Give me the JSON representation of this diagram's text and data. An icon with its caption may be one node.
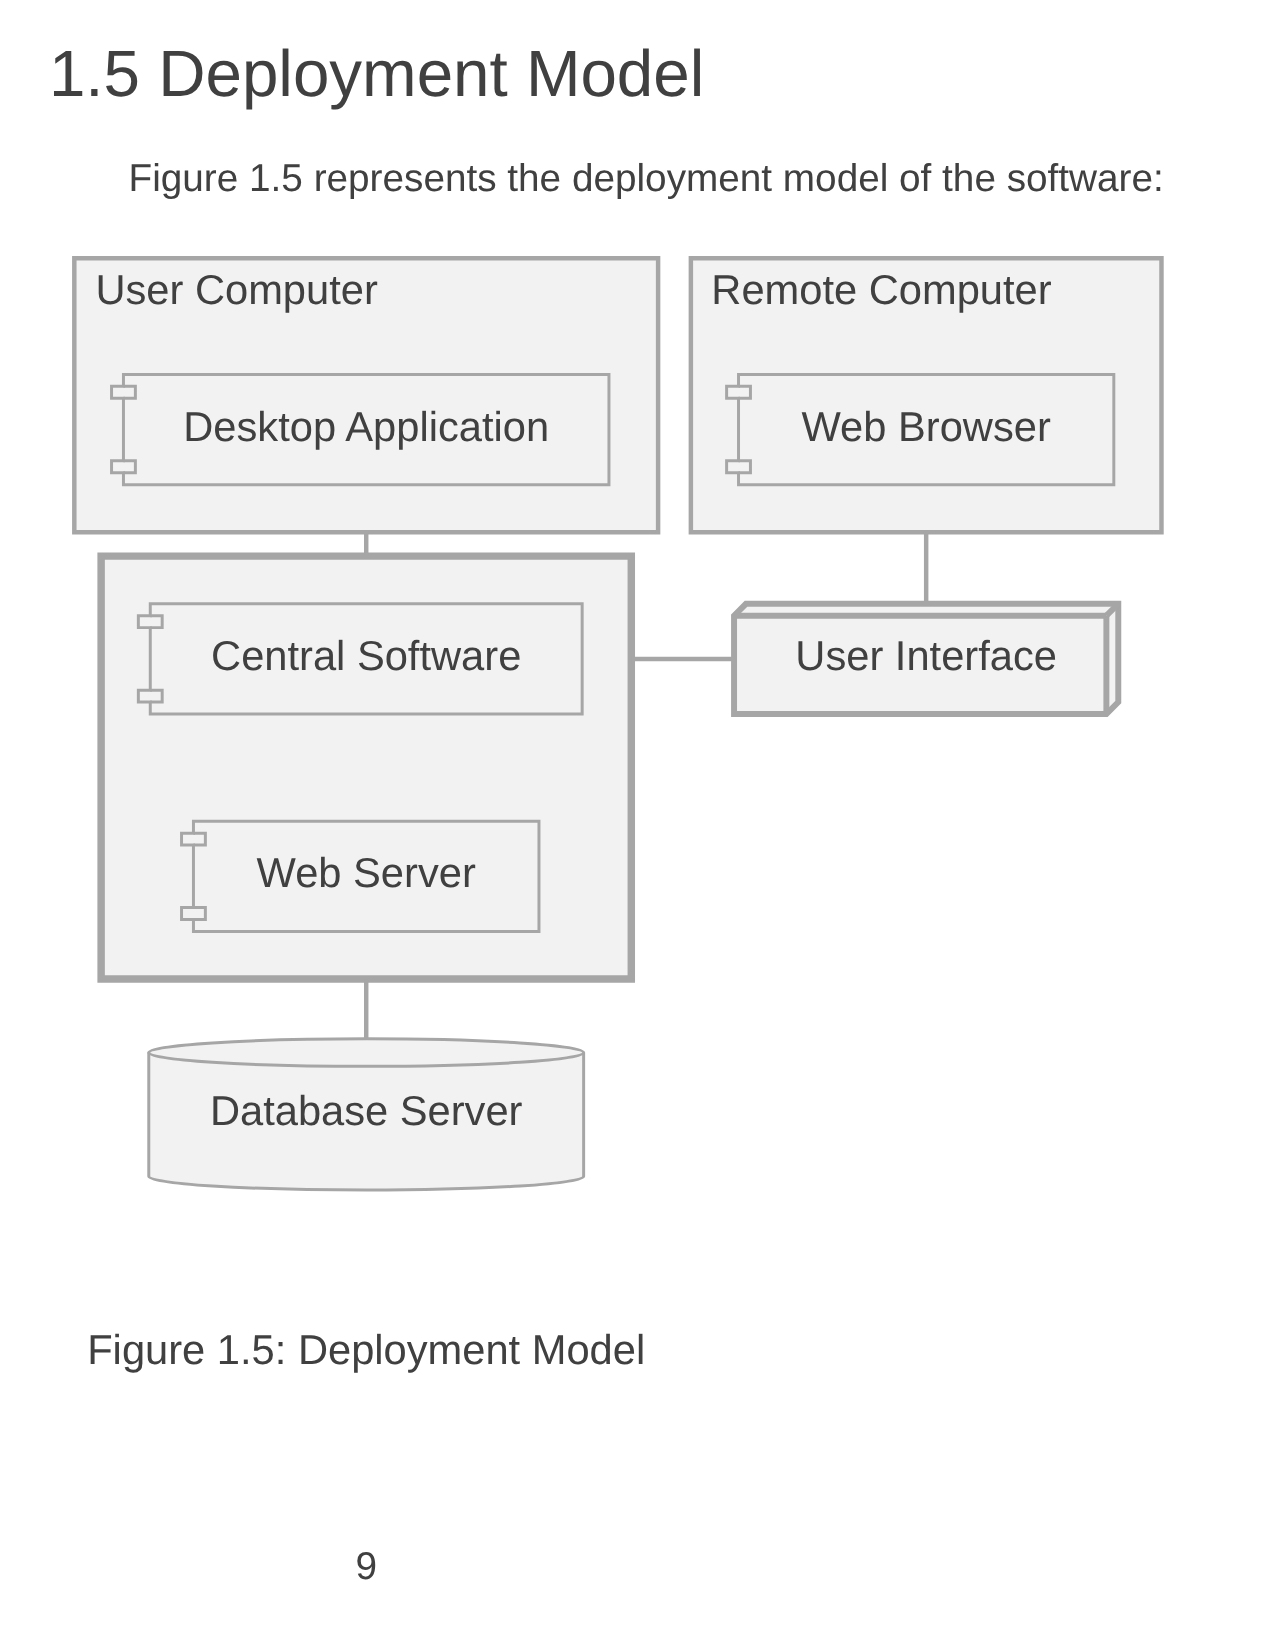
{
  "diagram": {
    "title": "1.5 Deployment Model",
    "caption": "Figure 1.5: Deployment Model",
    "nodes": [
      {
        "text": [
          "User Computer"
        ]
      },
      {
        "text": [
          "Desktop Application"
        ],
        "in": 0
      },
      {
        "text": [
          "Remote Computer"
        ]
      },
      {
        "text": [
          "Web Browser"
        ],
        "in": 2
      },
      {
        "text": [],
        "shape": "box"
      },
      {
        "text": [
          "Central Software"
        ],
        "in": 4
      },
      {
        "text": [
          "Web Server"
        ],
        "in": 4
      },
      {
        "text": [
          "User Interface"
        ]
      },
      {
        "text": [
          "Database Server"
        ]
      }
    ],
    "edges": [
      {
        "from": 0,
        "to": 4,
        "arrow": "none"
      },
      {
        "from": 2,
        "to": 7,
        "arrow": "none"
      },
      {
        "from": 4,
        "to": 7,
        "arrow": "none"
      },
      {
        "from": 4,
        "to": 8,
        "arrow": "none"
      }
    ],
    "labels": [
      "Figure 1.5 represents the deployment model of the software:",
      "9"
    ]
  }
}
